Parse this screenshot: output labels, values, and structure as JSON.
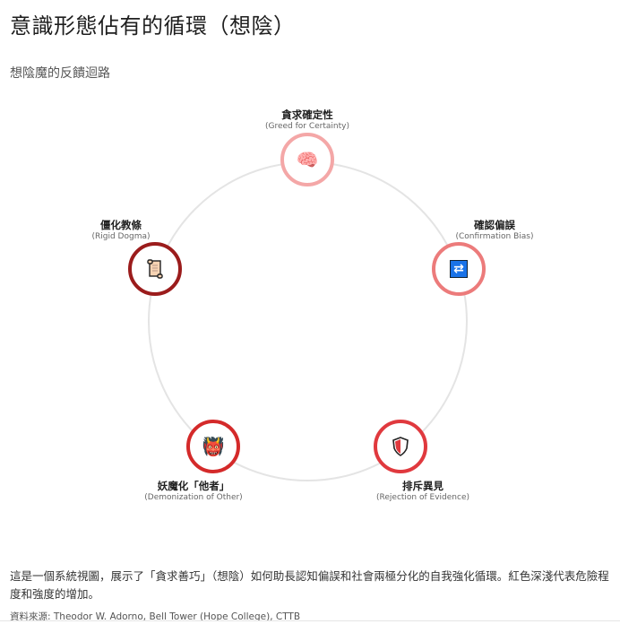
{
  "header": {
    "title": "意識形態佔有的循環（想陰）",
    "subtitle": "想陰魔的反饋迴路"
  },
  "diagram": {
    "ring_color": "#e4e4e4",
    "nodes": [
      {
        "label_zh": "貪求確定性",
        "label_en": "(Greed for Certainty)",
        "icon": "brain-icon",
        "glyph": "🧠",
        "border_color": "#f4a7a7"
      },
      {
        "label_zh": "確認偏誤",
        "label_en": "(Confirmation Bias)",
        "icon": "repeat-icon",
        "glyph": "🔁",
        "border_color": "#ec7b7b"
      },
      {
        "label_zh": "排斥異見",
        "label_en": "(Rejection of Evidence)",
        "icon": "shield-icon",
        "glyph": "🛡",
        "border_color": "#e0393e"
      },
      {
        "label_zh": "妖魔化「他者」",
        "label_en": "(Demonization of Other)",
        "icon": "ogre-icon",
        "glyph": "👹",
        "border_color": "#d42a2a"
      },
      {
        "label_zh": "僵化教條",
        "label_en": "(Rigid Dogma)",
        "icon": "scroll-icon",
        "glyph": "📜",
        "border_color": "#9b1c1c"
      }
    ]
  },
  "footer": {
    "description": "這是一個系統視圖，展示了「貪求善巧」（想陰）如何助長認知偏誤和社會兩極分化的自我強化循環。紅色深淺代表危險程度和強度的增加。",
    "source_label": "資料來源: ",
    "sources": [
      "Theodor W. Adorno",
      "Bell Tower (Hope College)",
      "CTTB"
    ],
    "separator": ", "
  }
}
